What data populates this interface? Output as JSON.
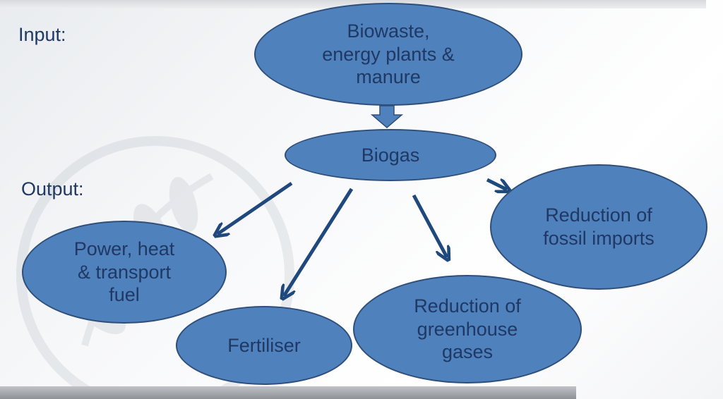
{
  "labels": {
    "input": "Input:",
    "output": "Output:"
  },
  "nodes": {
    "input": "Biowaste,\nenergy plants &\nmanure",
    "biogas": "Biogas",
    "fossil": "Reduction of\nfossil imports",
    "power": "Power, heat\n& transport\nfuel",
    "fertiliser": "Fertiliser",
    "ghg": "Reduction of\ngreenhouse\ngases"
  },
  "colors": {
    "node_fill": "#4f81bd",
    "node_border": "#2f4f7a",
    "text": "#1f3864",
    "arrow": "#1f497d"
  }
}
